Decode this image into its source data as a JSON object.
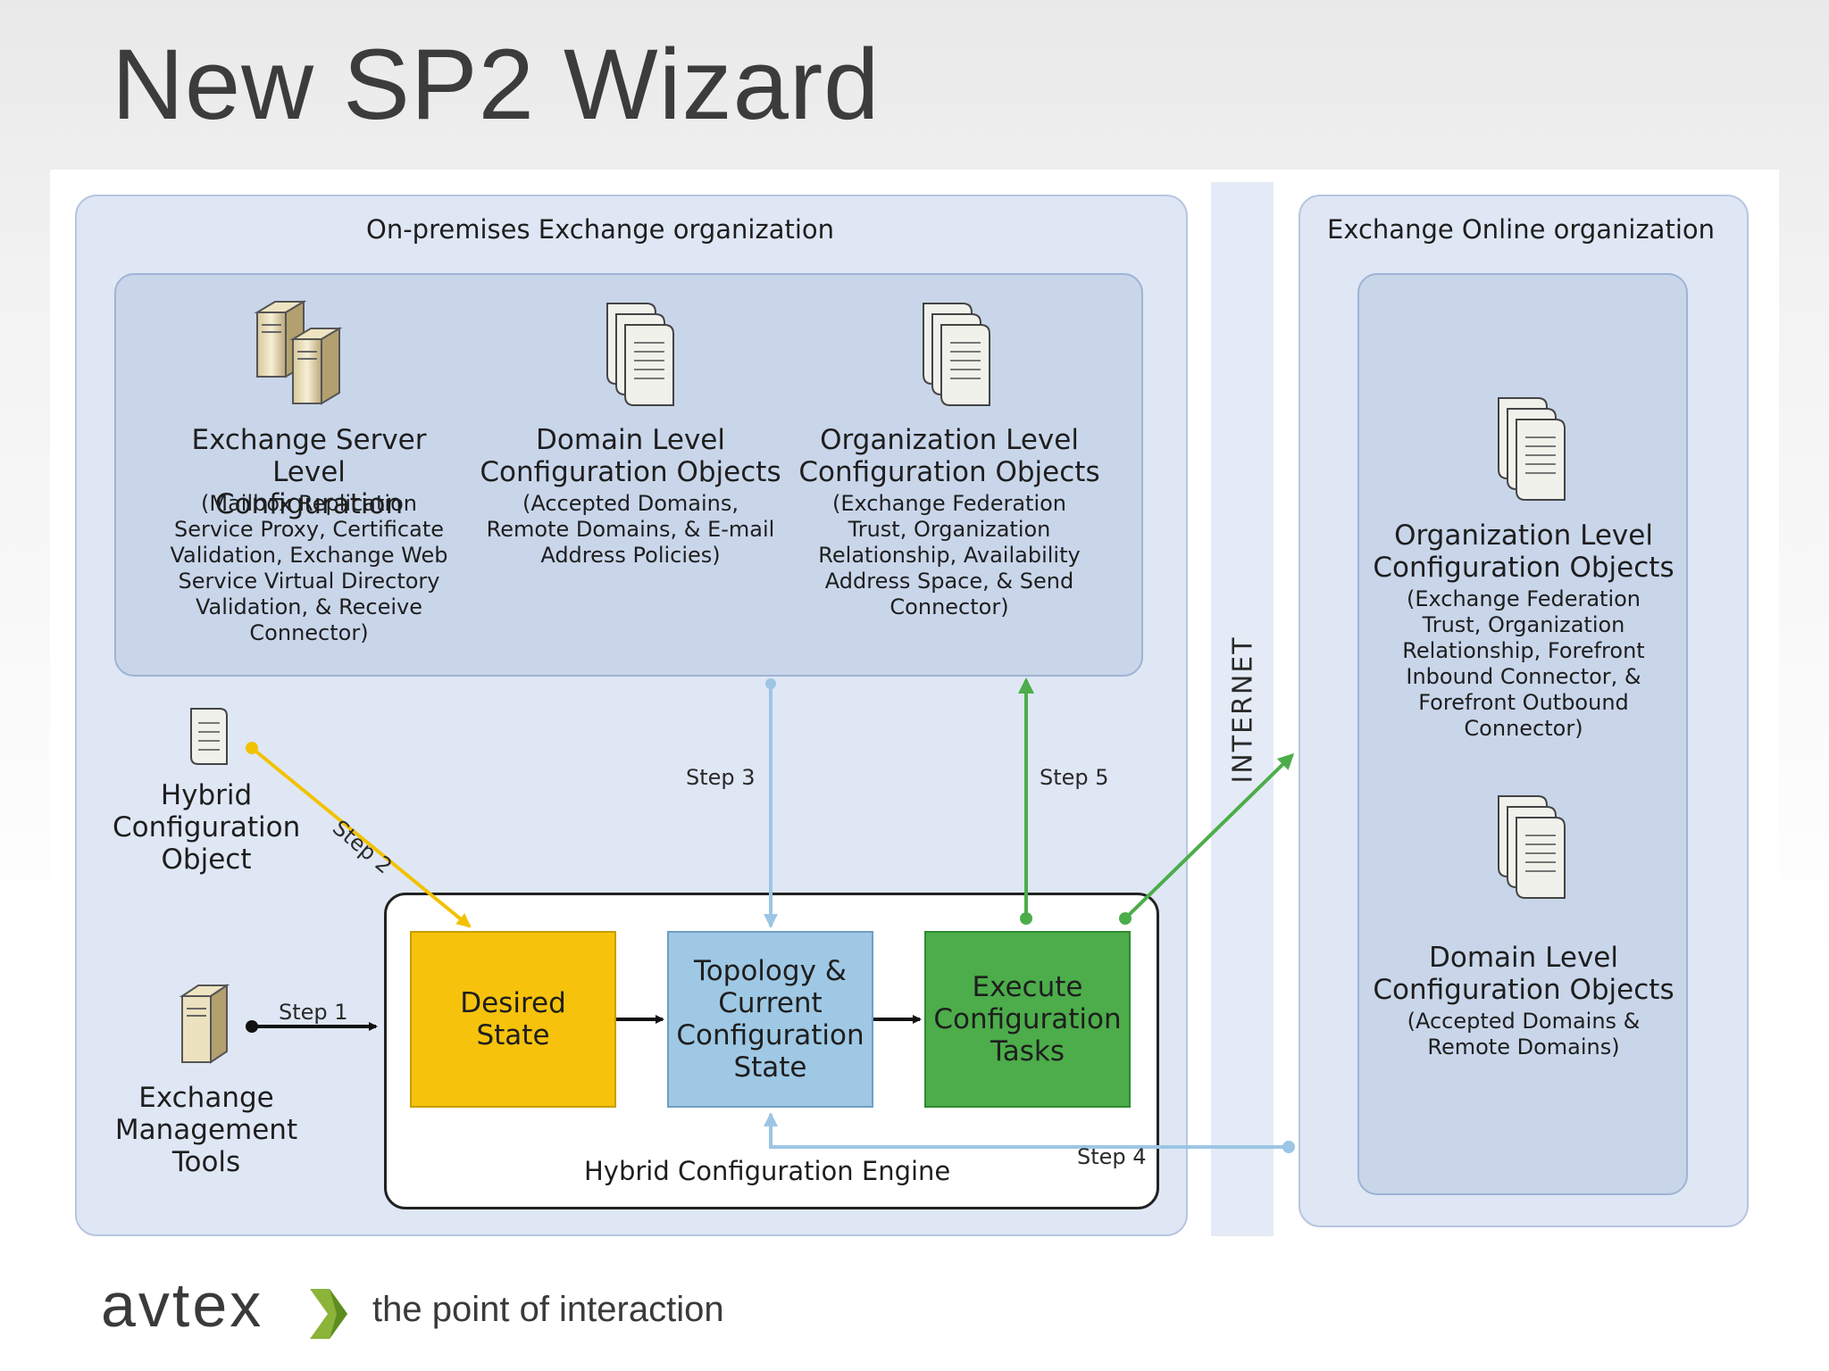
{
  "slide": {
    "title": "New SP2 Wizard"
  },
  "diagram": {
    "onprem_title": "On-premises Exchange organization",
    "online_title": "Exchange Online organization",
    "internet_label": "INTERNET",
    "server_config": {
      "title": "Exchange Server Level\nConfiguration",
      "desc": "(Mailbox Replication\nService Proxy, Certificate\nValidation, Exchange Web\nService Virtual Directory\nValidation, & Receive\nConnector)"
    },
    "domain_config": {
      "title": "Domain Level\nConfiguration Objects",
      "desc": "(Accepted Domains,\nRemote Domains, & E-mail\nAddress Policies)"
    },
    "org_config": {
      "title": "Organization Level\nConfiguration Objects",
      "desc": "(Exchange Federation\nTrust, Organization\nRelationship, Availability\nAddress Space, & Send\nConnector)"
    },
    "online_org_config": {
      "title": "Organization Level\nConfiguration Objects",
      "desc": "(Exchange Federation\nTrust, Organization\nRelationship, Forefront\nInbound Connector, &\nForefront Outbound\nConnector)"
    },
    "online_domain_config": {
      "title": "Domain Level\nConfiguration Objects",
      "desc": "(Accepted Domains &\nRemote Domains)"
    },
    "hybrid_object": "Hybrid\nConfiguration\nObject",
    "mgmt_tools": "Exchange\nManagement\nTools",
    "engine": {
      "label": "Hybrid Configuration Engine",
      "desired": "Desired\nState",
      "topology": "Topology &\nCurrent\nConfiguration\nState",
      "execute": "Execute\nConfiguration\nTasks"
    },
    "steps": {
      "step1": "Step 1",
      "step2": "Step 2",
      "step3": "Step 3",
      "step4": "Step 4",
      "step5": "Step 5"
    },
    "colors": {
      "desired": "#f6c20c",
      "topology": "#9fc8e4",
      "execute": "#4cad4a",
      "yellow_arrow": "#f2c200",
      "blue_arrow": "#9cc6e4",
      "green_arrow": "#4cad4a"
    },
    "icons": {
      "server_pair": "server-pair-icon",
      "scroll_stack": "scroll-stack-icon",
      "scroll": "scroll-icon",
      "server": "server-icon"
    }
  },
  "footer": {
    "logo": "avtex",
    "tagline": "the point of interaction"
  }
}
